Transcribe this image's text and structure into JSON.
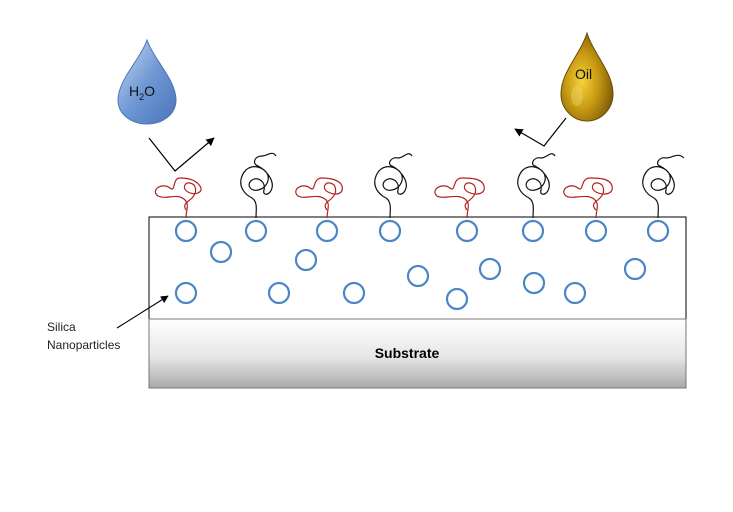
{
  "drops": {
    "water": {
      "label": "H",
      "sub": "2",
      "label2": "O",
      "color": "#5b86c9"
    },
    "oil": {
      "label": "Oil",
      "color": "#b8860b"
    }
  },
  "substrate": {
    "label": "Substrate"
  },
  "annotation": {
    "line1": "Silica",
    "line2": "Nanoparticles"
  },
  "colors": {
    "particle": "#4a86c5",
    "red_chain": "#b22222",
    "black_chain": "#111111"
  }
}
